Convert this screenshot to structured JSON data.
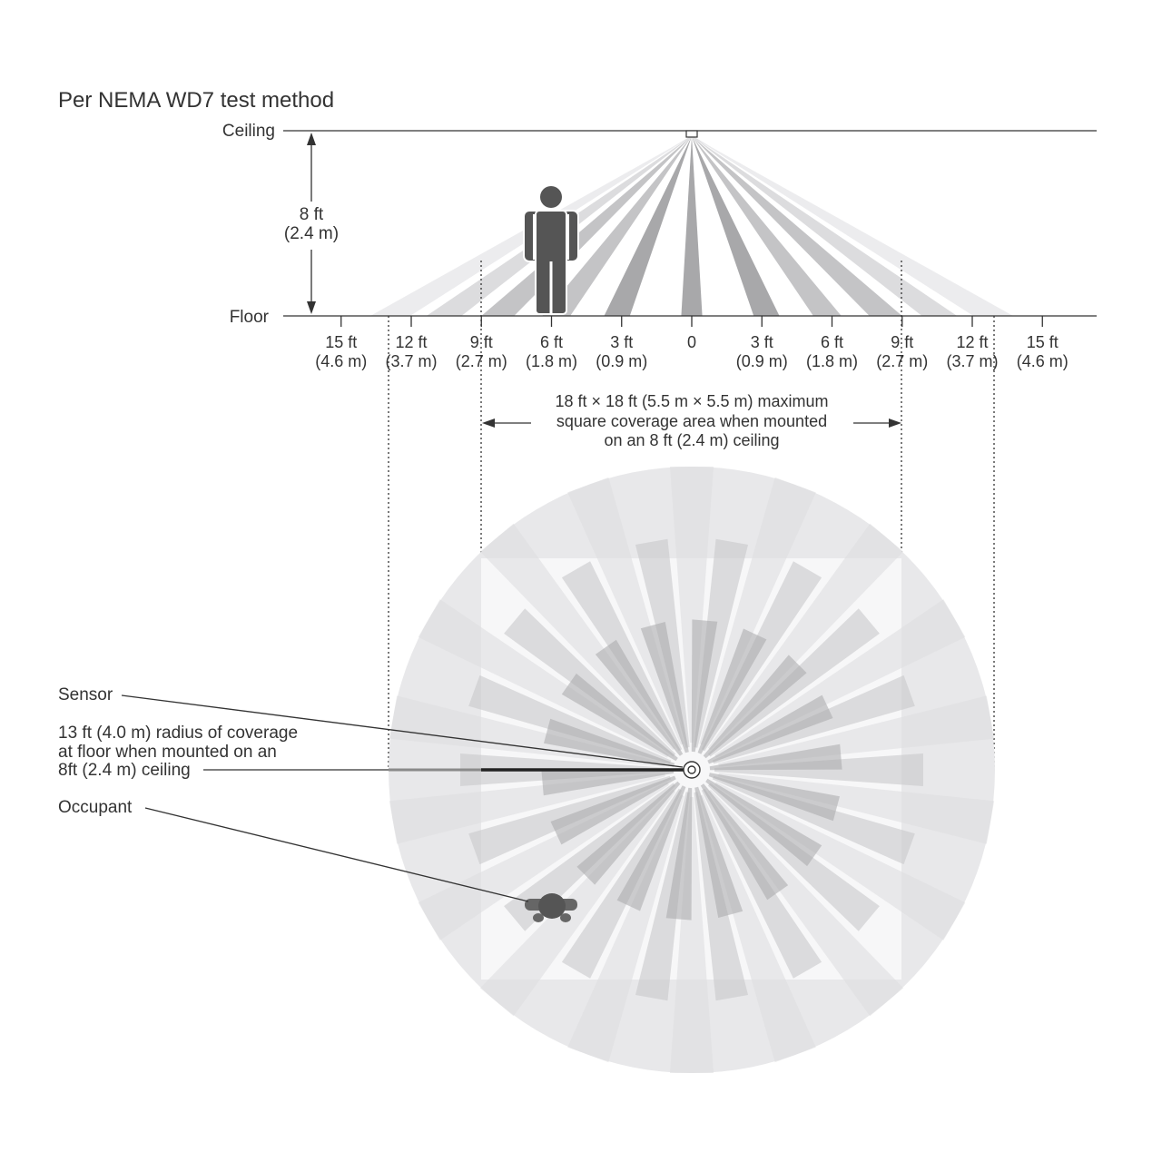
{
  "title": "Per NEMA WD7 test method",
  "side_view": {
    "ceiling_label": "Ceiling",
    "floor_label": "Floor",
    "height_ft": "8 ft",
    "height_m": "(2.4 m)",
    "ticks": [
      {
        "ft": "15 ft",
        "m": "(4.6 m)",
        "value_ft": -15
      },
      {
        "ft": "12 ft",
        "m": "(3.7 m)",
        "value_ft": -12
      },
      {
        "ft": "9 ft",
        "m": "(2.7 m)",
        "value_ft": -9
      },
      {
        "ft": "6 ft",
        "m": "(1.8 m)",
        "value_ft": -6
      },
      {
        "ft": "3 ft",
        "m": "(0.9 m)",
        "value_ft": -3
      },
      {
        "ft": "0",
        "m": "",
        "value_ft": 0
      },
      {
        "ft": "3 ft",
        "m": "(0.9 m)",
        "value_ft": 3
      },
      {
        "ft": "6 ft",
        "m": "(1.8 m)",
        "value_ft": 6
      },
      {
        "ft": "9 ft",
        "m": "(2.7 m)",
        "value_ft": 9
      },
      {
        "ft": "12 ft",
        "m": "(3.7 m)",
        "value_ft": 12
      },
      {
        "ft": "15 ft",
        "m": "(4.6 m)",
        "value_ft": 15
      }
    ]
  },
  "coverage_note": {
    "line1": "18 ft × 18 ft (5.5 m × 5.5 m) maximum",
    "line2": "square coverage area when mounted",
    "line3": "on an 8 ft (2.4 m) ceiling"
  },
  "callouts": {
    "sensor": "Sensor",
    "radius_line1": "13 ft (4.0 m) radius of coverage",
    "radius_line2": "at floor when mounted on an",
    "radius_line3": "8ft (2.4 m) ceiling",
    "occupant": "Occupant"
  },
  "colors": {
    "ink": "#333333",
    "person": "#555555",
    "beam_dark": "#a8a8aa",
    "beam_mid": "#c4c4c6",
    "beam_light": "#dcdcde",
    "beam_faint": "#ececee",
    "circle": "#e8e8ea"
  }
}
